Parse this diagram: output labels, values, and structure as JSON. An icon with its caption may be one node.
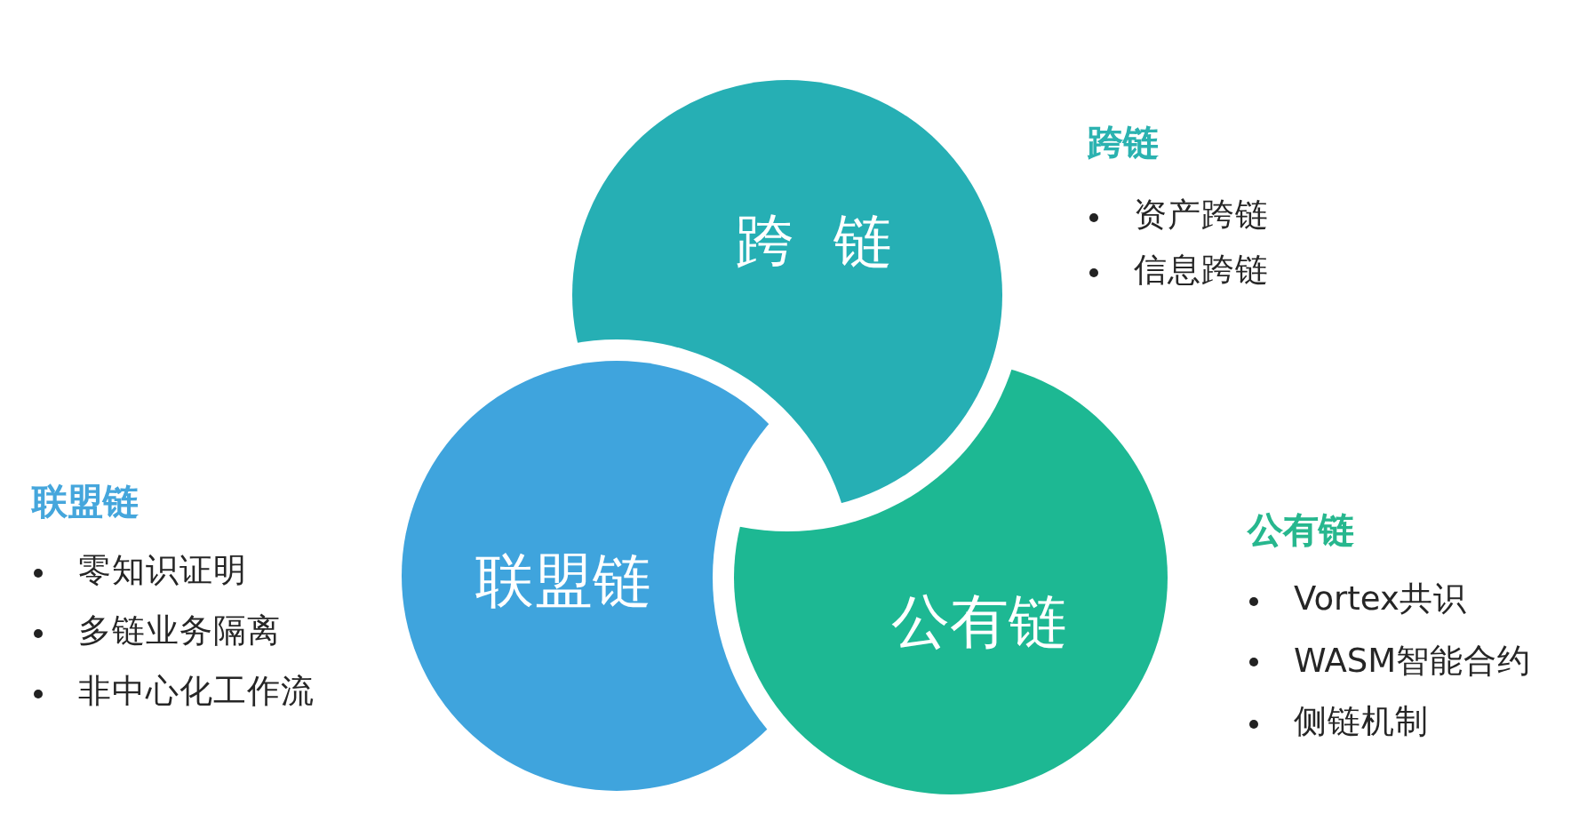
{
  "diagram": {
    "nodes": [
      {
        "text": [
          "跨 链"
        ],
        "beside": [
          "跨链",
          "资产跨链",
          "信息跨链"
        ]
      },
      {
        "text": [
          "联盟链"
        ],
        "beside": [
          "联盟链",
          "零知识证明",
          "多链业务隔离",
          "非中心化工作流"
        ]
      },
      {
        "text": [
          "公有链"
        ],
        "beside": [
          "公有链",
          "Vortex共识",
          "WASM智能合约",
          "侧链机制"
        ]
      }
    ]
  }
}
